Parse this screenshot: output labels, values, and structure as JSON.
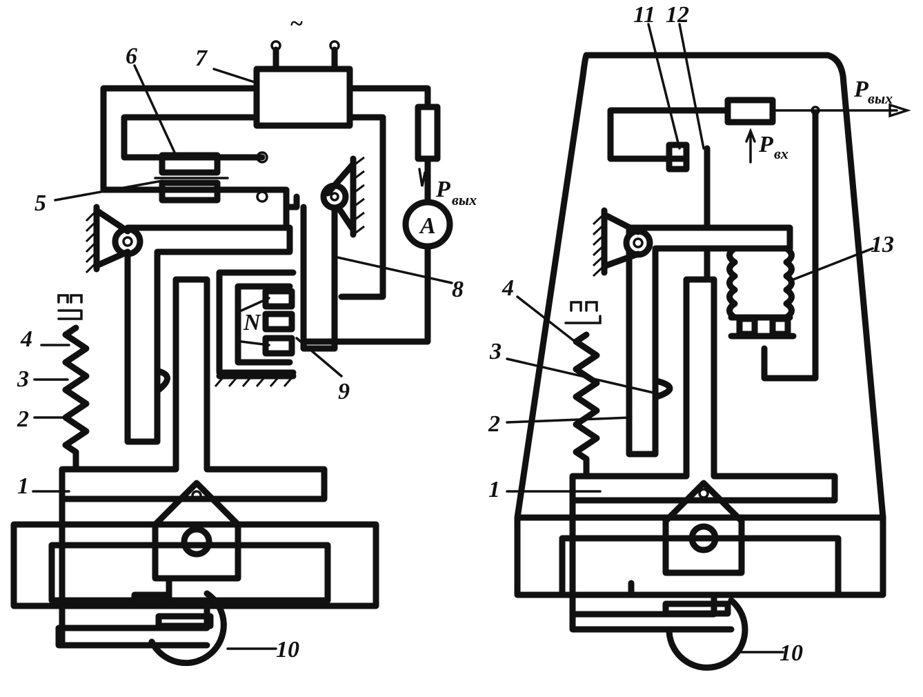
{
  "left_diagram": {
    "labels": {
      "n1": "1",
      "n2": "2",
      "n3": "3",
      "n4": "4",
      "n5": "5",
      "n6": "6",
      "n7": "7",
      "n8": "8",
      "n9": "9",
      "n10": "10"
    },
    "supply_symbol": "~",
    "ammeter_symbol": "A",
    "pole_letter": "N",
    "output_label": "P",
    "output_sub": "вых"
  },
  "right_diagram": {
    "labels": {
      "n1": "1",
      "n2": "2",
      "n3": "3",
      "n4": "4",
      "n10": "10",
      "n11": "11",
      "n12": "12",
      "n13": "13"
    },
    "output_label": "P",
    "output_sub": "вых",
    "input_label": "P",
    "input_sub": "вх"
  }
}
